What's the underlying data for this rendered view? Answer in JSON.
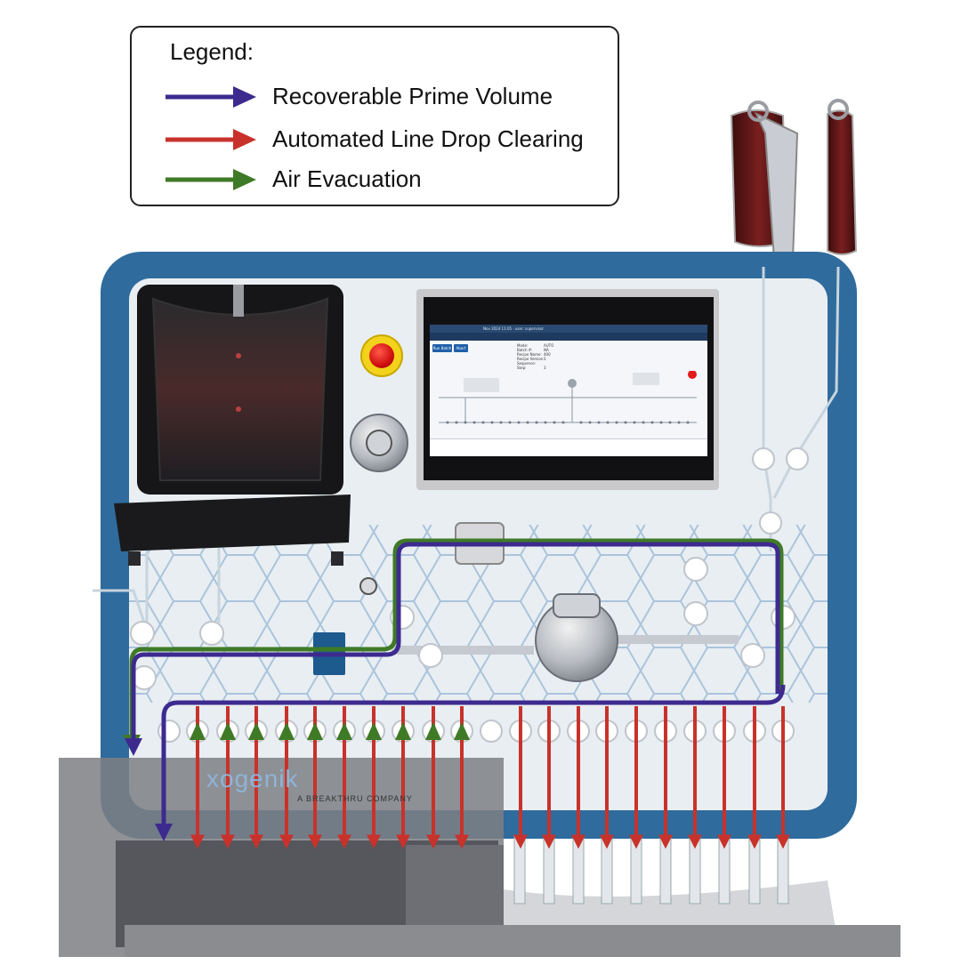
{
  "legend": {
    "title": "Legend:",
    "items": [
      {
        "label": "Recoverable Prime Volume",
        "color": "#3d2a8f"
      },
      {
        "label": "Automated Line Drop Clearing",
        "color": "#c8322b"
      },
      {
        "label": "Air Evacuation",
        "color": "#3f7a26"
      }
    ]
  },
  "device": {
    "brand_name": "xogenik",
    "brand_tagline": "A BREAKTHRU COMPANY",
    "colors": {
      "frame": "#2f6b9d",
      "panel": "#e9eef2",
      "hex_grid": "#aac4dc",
      "fluid_bag": "#5a1414"
    }
  },
  "screen": {
    "status_text": "Nov 2024  11:05  ·  user: supervisor",
    "buttons": [
      "Run Batch",
      "Abort"
    ],
    "fields": [
      {
        "label": "Mode:",
        "value": "AUTO"
      },
      {
        "label": "Batch #:",
        "value": "NA"
      },
      {
        "label": "Recipe Name:",
        "value": "400"
      },
      {
        "label": "Recipe Version:",
        "value": "1"
      },
      {
        "label": "Sequence:",
        "value": ""
      },
      {
        "label": "Step:",
        "value": "3"
      }
    ]
  }
}
